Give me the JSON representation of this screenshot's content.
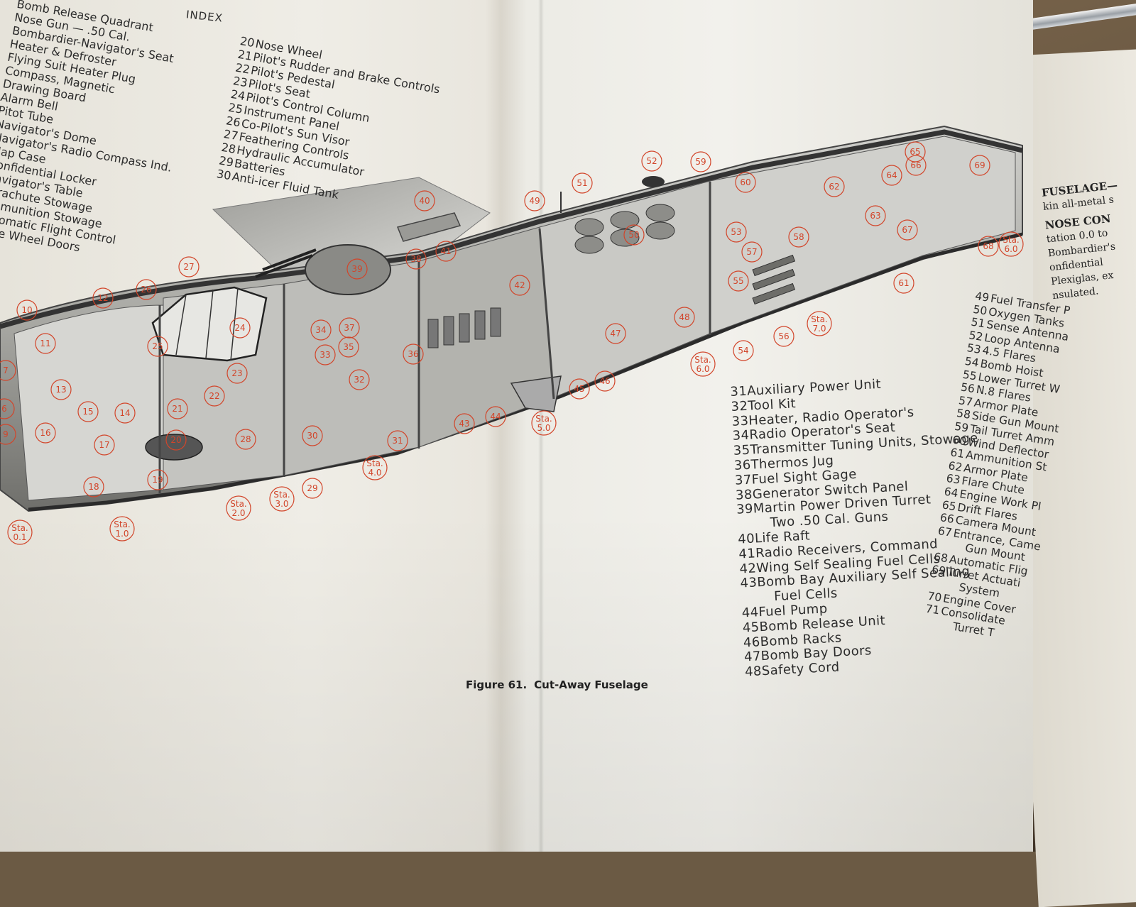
{
  "index_title": "INDEX",
  "figure_caption": {
    "number": "Figure 61.",
    "title": "Cut-Away Fuselage"
  },
  "index_left_col1": [
    {
      "num": "",
      "label": "Bomb Release Quadrant"
    },
    {
      "num": "",
      "label": "Nose Gun — .50 Cal."
    },
    {
      "num": "",
      "label": "Bombardier-Navigator's Seat"
    },
    {
      "num": "",
      "label": "Heater & Defroster"
    },
    {
      "num": "",
      "label": "Flying Suit Heater Plug"
    },
    {
      "num": "",
      "label": "Compass, Magnetic"
    },
    {
      "num": "",
      "label": "Drawing Board"
    },
    {
      "num": "",
      "label": "Alarm Bell"
    },
    {
      "num": "",
      "label": "Pitot Tube"
    },
    {
      "num": "",
      "label": "Navigator's Dome"
    },
    {
      "num": "",
      "label": "Navigator's Radio Compass Ind."
    },
    {
      "num": "",
      "label": "Map Case"
    },
    {
      "num": "",
      "label": "Confidential Locker"
    },
    {
      "num": "",
      "label": "Navigator's Table"
    },
    {
      "num": "",
      "label": "Parachute Stowage"
    },
    {
      "num": "",
      "label": "Ammunition Stowage"
    },
    {
      "num": "",
      "label": "Automatic Flight Control"
    },
    {
      "num": "",
      "label": "Nose Wheel Doors"
    }
  ],
  "index_left_col2": [
    {
      "num": "20",
      "label": "Nose Wheel"
    },
    {
      "num": "21",
      "label": "Pilot's Rudder and Brake Controls"
    },
    {
      "num": "22",
      "label": "Pilot's Pedestal"
    },
    {
      "num": "23",
      "label": "Pilot's Seat"
    },
    {
      "num": "24",
      "label": "Pilot's Control Column"
    },
    {
      "num": "25",
      "label": "Instrument Panel"
    },
    {
      "num": "26",
      "label": "Co-Pilot's Sun Visor"
    },
    {
      "num": "27",
      "label": "Feathering Controls"
    },
    {
      "num": "28",
      "label": "Hydraulic Accumulator"
    },
    {
      "num": "29",
      "label": "Batteries"
    },
    {
      "num": "30",
      "label": "Anti-icer Fluid Tank"
    }
  ],
  "index_mid": [
    {
      "num": "31",
      "label": "Auxiliary Power Unit"
    },
    {
      "num": "32",
      "label": "Tool Kit"
    },
    {
      "num": "33",
      "label": "Heater, Radio Operator's"
    },
    {
      "num": "34",
      "label": "Radio Operator's Seat"
    },
    {
      "num": "35",
      "label": "Transmitter Tuning Units, Stowage"
    },
    {
      "num": "36",
      "label": "Thermos Jug"
    },
    {
      "num": "37",
      "label": "Fuel Sight Gage"
    },
    {
      "num": "38",
      "label": "Generator Switch Panel"
    },
    {
      "num": "39",
      "label": "Martin Power Driven Turret"
    },
    {
      "num": "",
      "label": "Two .50 Cal. Guns"
    },
    {
      "num": "40",
      "label": "Life Raft"
    },
    {
      "num": "41",
      "label": "Radio Receivers, Command"
    },
    {
      "num": "42",
      "label": "Wing Self Sealing Fuel Cells"
    },
    {
      "num": "43",
      "label": "Bomb Bay Auxiliary Self Sealing"
    },
    {
      "num": "",
      "label": "Fuel Cells"
    },
    {
      "num": "44",
      "label": "Fuel Pump"
    },
    {
      "num": "45",
      "label": "Bomb Release Unit"
    },
    {
      "num": "46",
      "label": "Bomb Racks"
    },
    {
      "num": "47",
      "label": "Bomb Bay Doors"
    },
    {
      "num": "48",
      "label": "Safety Cord"
    }
  ],
  "index_right": [
    {
      "num": "49",
      "label": "Fuel Transfer P"
    },
    {
      "num": "50",
      "label": "Oxygen Tanks"
    },
    {
      "num": "51",
      "label": "Sense Antenna"
    },
    {
      "num": "52",
      "label": "Loop Antenna"
    },
    {
      "num": "53",
      "label": "4.5 Flares"
    },
    {
      "num": "54",
      "label": "Bomb Hoist"
    },
    {
      "num": "55",
      "label": "Lower Turret W"
    },
    {
      "num": "56",
      "label": "N.8 Flares"
    },
    {
      "num": "57",
      "label": "Armor Plate"
    },
    {
      "num": "58",
      "label": "Side Gun Mount"
    },
    {
      "num": "59",
      "label": "Tail Turret Amm"
    },
    {
      "num": "60",
      "label": "Wind Deflector"
    },
    {
      "num": "61",
      "label": "Ammunition St"
    },
    {
      "num": "62",
      "label": "Armor Plate"
    },
    {
      "num": "63",
      "label": "Flare Chute"
    },
    {
      "num": "64",
      "label": "Engine Work Pl"
    },
    {
      "num": "65",
      "label": "Drift Flares"
    },
    {
      "num": "66",
      "label": "Camera Mount"
    },
    {
      "num": "67",
      "label": "Entrance, Came"
    },
    {
      "num": "",
      "label": "Gun Mount"
    },
    {
      "num": "68",
      "label": "Automatic Flig"
    },
    {
      "num": "69",
      "label": "Turret Actuati"
    },
    {
      "num": "",
      "label": "System"
    },
    {
      "num": "70",
      "label": "Engine Cover"
    },
    {
      "num": "71",
      "label": "Consolidate"
    },
    {
      "num": "",
      "label": "Turret T"
    }
  ],
  "right_page_text": {
    "heading1": "FUSELAGE—",
    "line1": "kin all-metal s",
    "heading2": "NOSE CON",
    "lines": [
      "tation 0.0 to",
      "Bombardier's",
      "onfidential",
      "Plexiglas, ex",
      "nsulated."
    ]
  },
  "callouts": [
    "10",
    "11",
    "12",
    "13",
    "14",
    "15",
    "16",
    "17",
    "18",
    "19",
    "20",
    "21",
    "22",
    "23",
    "24",
    "25",
    "26",
    "27",
    "28",
    "29",
    "30",
    "31",
    "32",
    "33",
    "34",
    "35",
    "36",
    "37",
    "38",
    "39",
    "40",
    "41",
    "42",
    "43",
    "44",
    "45",
    "46",
    "47",
    "48",
    "49",
    "50",
    "51",
    "52",
    "53",
    "54",
    "55",
    "56",
    "57",
    "58",
    "59",
    "60",
    "61",
    "62",
    "63",
    "64",
    "65",
    "66",
    "67",
    "68",
    "69"
  ],
  "stations": [
    {
      "label": "Sta.",
      "num": "0.1"
    },
    {
      "label": "Sta.",
      "num": "1.0"
    },
    {
      "label": "Sta.",
      "num": "2.0"
    },
    {
      "label": "Sta.",
      "num": "3.0"
    },
    {
      "label": "Sta.",
      "num": "4.0"
    },
    {
      "label": "Sta.",
      "num": "5.0"
    },
    {
      "label": "Sta.",
      "num": "6.0"
    },
    {
      "label": "Sta.",
      "num": "7.0"
    },
    {
      "label": "Sta.",
      "num": "6.0"
    }
  ],
  "partial_labels": [
    "7",
    "6",
    "9"
  ]
}
